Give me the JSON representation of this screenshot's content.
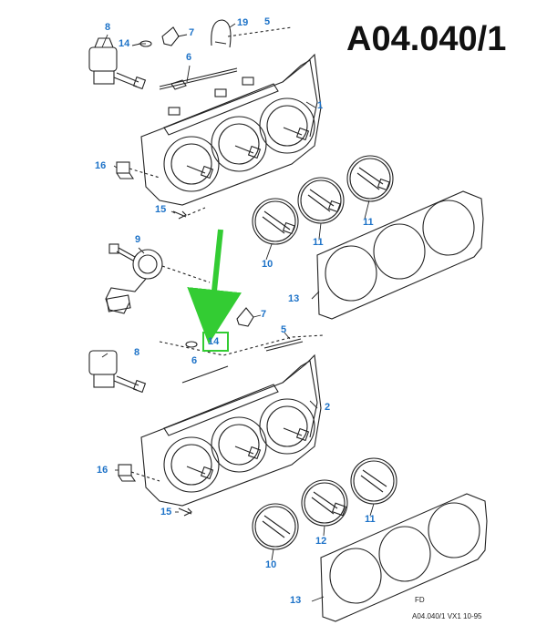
{
  "diagram": {
    "code": "A04.040/1",
    "footer_ref": "A04.040/1 VX1 10-95",
    "fd_mark": "FD",
    "colors": {
      "label": "#1e73c8",
      "line": "#222222",
      "highlight": "#33cc33"
    },
    "labels": {
      "upper": {
        "p8": "8",
        "p14": "14",
        "p7": "7",
        "p19": "19",
        "p5": "5",
        "p6": "6",
        "p1": "1",
        "p16": "16",
        "p15": "15",
        "p11a": "11",
        "p11b": "11",
        "p10": "10"
      },
      "middle": {
        "p9": "9",
        "p13": "13",
        "p7": "7",
        "p14": "14",
        "p5": "5",
        "p6": "6"
      },
      "lower": {
        "p8": "8",
        "p2": "2",
        "p16": "16",
        "p15": "15",
        "p12": "12",
        "p11": "11",
        "p10": "10",
        "p13": "13"
      }
    }
  }
}
